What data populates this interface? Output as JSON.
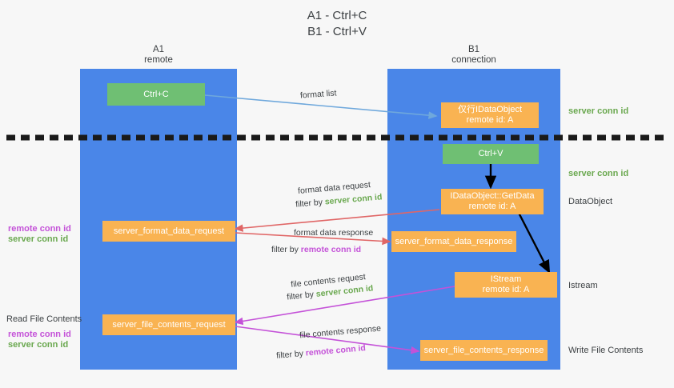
{
  "title": {
    "line1": "A1 - Ctrl+C",
    "line2": "B1 - Ctrl+V"
  },
  "lanes": [
    {
      "id": "a1",
      "name": "A1",
      "sub": "remote"
    },
    {
      "id": "b1",
      "name": "B1",
      "sub": "connection"
    }
  ],
  "boxes": {
    "ctrl_c": "Ctrl+C",
    "ctrl_v": "Ctrl+V",
    "idataobject_l1": "仅行IDataObject",
    "idataobject_l2": "remote id: A",
    "getdata_l1": "IDataObject::GetData",
    "getdata_l2": "remote id: A",
    "istream_l1": "IStream",
    "istream_l2": "remote id: A",
    "server_format_data_request": "server_format_data_request",
    "server_format_data_response": "server_format_data_response",
    "server_file_contents_request": "server_file_contents_request",
    "server_file_contents_response": "server_file_contents_response"
  },
  "right_labels": {
    "server_conn_id_top": "server conn id",
    "server_conn_id_mid": "server conn id",
    "dataobject": "DataObject",
    "istream": "Istream",
    "write_file_contents": "Write File Contents"
  },
  "left_labels": {
    "remote_conn_id_1": "remote conn id",
    "server_conn_id_1": "server conn id",
    "read_file_contents": "Read File Contents",
    "remote_conn_id_2": "remote conn id",
    "server_conn_id_2": "server conn id"
  },
  "annotations": {
    "format_list": "format list",
    "format_data_request": "format data request",
    "filter_by": "filter by",
    "filter_server_conn_id": "server conn id",
    "format_data_response": "format data response",
    "filter_remote_conn_id": "remote conn id",
    "file_contents_request": "file contents request",
    "file_contents_response": "file contents response"
  },
  "colors": {
    "lane": "#4a86e8",
    "green_box": "#6fbf73",
    "orange_box": "#f9b352",
    "server_conn_id": "#6aa84f",
    "remote_conn_id": "#c452d8",
    "arrow_blue": "#6fa8dc",
    "arrow_red": "#e06666",
    "arrow_black": "#000000",
    "arrow_purple": "#c452d8",
    "divider": "#1a1a1a"
  }
}
